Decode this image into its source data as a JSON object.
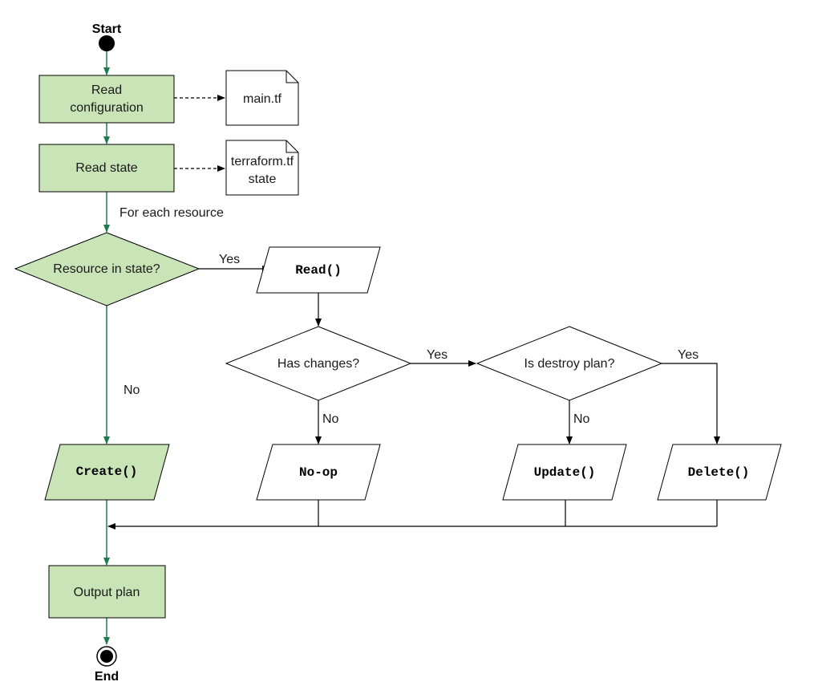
{
  "start_label": "Start",
  "end_label": "End",
  "nodes": {
    "read_config": "Read configuration",
    "read_config_l1": "Read",
    "read_config_l2": "configuration",
    "main_tf": "main.tf",
    "read_state": "Read state",
    "state_file_l1": "terraform.tf",
    "state_file_l2": "state",
    "for_each": "For each resource",
    "resource_in_state": "Resource in state?",
    "read_op": "Read()",
    "has_changes": "Has changes?",
    "is_destroy": "Is destroy plan?",
    "create_op": "Create()",
    "noop": "No-op",
    "update_op": "Update()",
    "delete_op": "Delete()",
    "output_plan": "Output plan"
  },
  "edge_labels": {
    "in_state_yes": "Yes",
    "in_state_no": "No",
    "changes_yes": "Yes",
    "changes_no": "No",
    "destroy_yes": "Yes",
    "destroy_no": "No"
  },
  "colors": {
    "green_fill": "#c9e5b8",
    "green_line": "#1f7a4f",
    "black_line": "#000000"
  }
}
